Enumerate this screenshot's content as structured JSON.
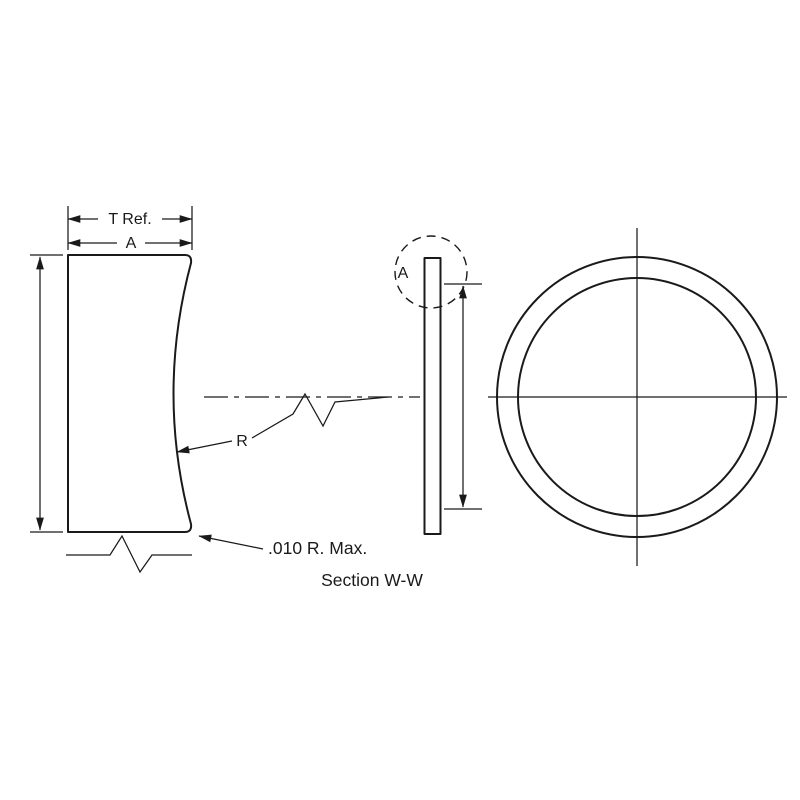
{
  "drawing": {
    "caption": "Section W-W",
    "section_view": {
      "dim_thickness_label": "T Ref.",
      "dim_a_label": "A",
      "radius_label": "R",
      "corner_radius_note": ".010 R. Max."
    },
    "detail": {
      "label": "A"
    },
    "colors": {
      "line": "#1a1a1a",
      "background": "#ffffff"
    }
  }
}
